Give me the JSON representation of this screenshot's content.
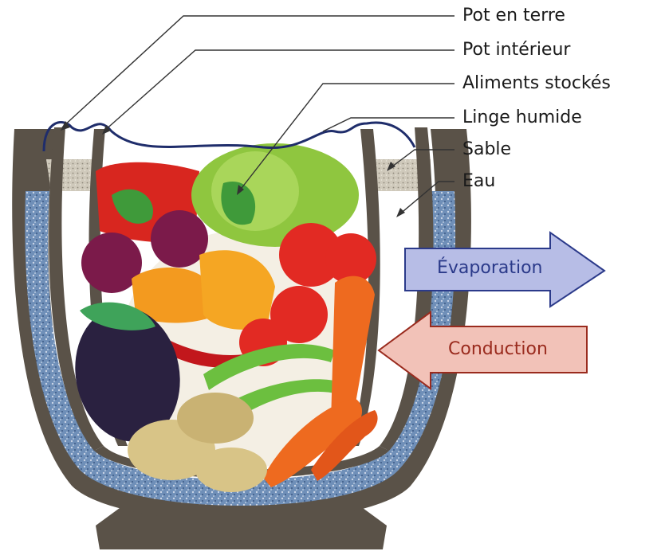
{
  "labels": {
    "pot_en_terre": "Pot en terre",
    "pot_interieur": "Pot intérieur",
    "aliments_stockes": "Aliments stockés",
    "linge_humide": "Linge humide",
    "sable": "Sable",
    "eau": "Eau"
  },
  "arrows": {
    "evaporation": "Évaporation",
    "conduction": "Conduction"
  },
  "colors": {
    "pot": "#5a5248",
    "water": "#6f8fb8",
    "sand": "#c9c3b4",
    "cloth": "#1f2d6b",
    "evaporation_fill": "#b7bde6",
    "evaporation_text": "#2b3a8a",
    "conduction_fill": "#f2c2b8",
    "conduction_text": "#9a2b1e"
  }
}
